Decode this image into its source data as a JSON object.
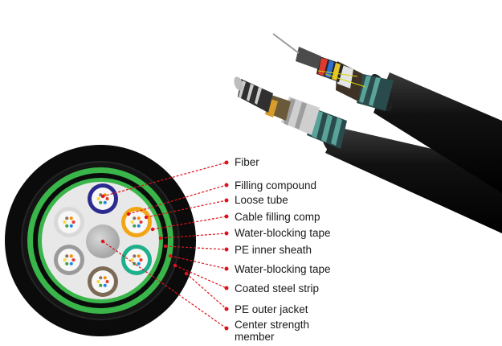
{
  "labels": [
    "Fiber",
    "Filling compound",
    "Loose tube",
    "Cable filling comp",
    "Water-blocking tape",
    "PE inner sheath",
    "Water-blocking tape",
    "Coated steel strip",
    "PE outer jacket",
    "Center strength member"
  ],
  "colors": {
    "outer_jacket": "#0b0b0b",
    "water_tape": "#39b54a",
    "inner_sheath": "#e8e8e8",
    "leader": "#e0121b",
    "tube_blue": "#2b2a8e",
    "tube_orange": "#f2a514",
    "tube_green": "#1db08a",
    "tube_brown": "#7b6a55",
    "tube_grey": "#9a9a9a",
    "tube_white": "#f5f5f5",
    "center_member": "#b8b8b8"
  }
}
